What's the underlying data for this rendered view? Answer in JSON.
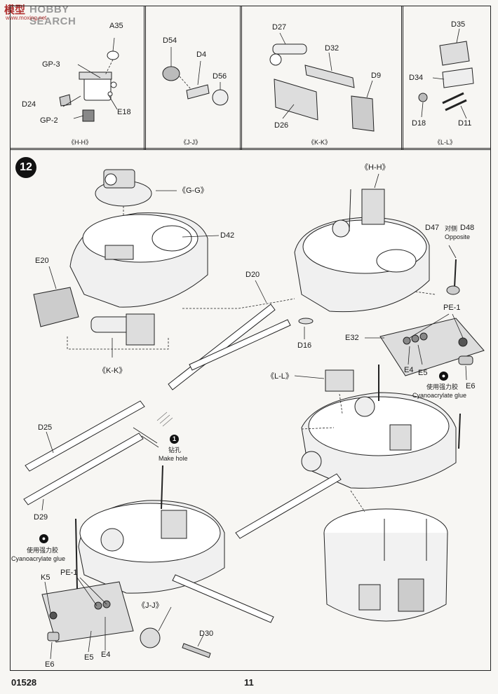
{
  "watermark": {
    "logo": "模型",
    "title": "HOBBY SEARCH",
    "url": "www.moxing.net"
  },
  "top_panels": [
    {
      "caption": "《H-H》",
      "labels": [
        "A35",
        "GP-3",
        "D24",
        "GP-2",
        "E18"
      ]
    },
    {
      "caption": "《J-J》",
      "labels": [
        "D54",
        "D4",
        "D56"
      ]
    },
    {
      "caption": "《K-K》",
      "labels": [
        "D27",
        "D32",
        "D9",
        "D26"
      ]
    },
    {
      "caption": "《L-L》",
      "labels": [
        "D35",
        "D34",
        "D18",
        "D11"
      ]
    }
  ],
  "step": {
    "number": "12"
  },
  "callouts": {
    "gg": "《G-G》",
    "d42": "D42",
    "e20": "E20",
    "kk": "《K-K》",
    "d20": "D20",
    "d16": "D16",
    "hh": "《H-H》",
    "d47": "D47",
    "d47_cn": "对侧",
    "d48": "D48",
    "opposite": "Opposite",
    "pe1_right": "PE-1",
    "e32": "E32",
    "e4_right": "E4",
    "e5_right": "E5",
    "e6_right": "E6",
    "glue_cn_right": "使用强力胶",
    "glue_en_right": "Cyanoacrylate glue",
    "ll": "《L-L》",
    "d25": "D25",
    "hole_cn": "钻孔",
    "hole_en": "Make hole",
    "d29": "D29",
    "glue_cn_left": "使用强力胶",
    "glue_en_left": "Cyanoacrylate glue",
    "k5": "K5",
    "pe1_left": "PE-1",
    "e6_left": "E6",
    "e5_left": "E5",
    "e4_left": "E4",
    "jj": "《J-J》",
    "d30": "D30"
  },
  "footer": {
    "code": "01528",
    "page": "11"
  }
}
